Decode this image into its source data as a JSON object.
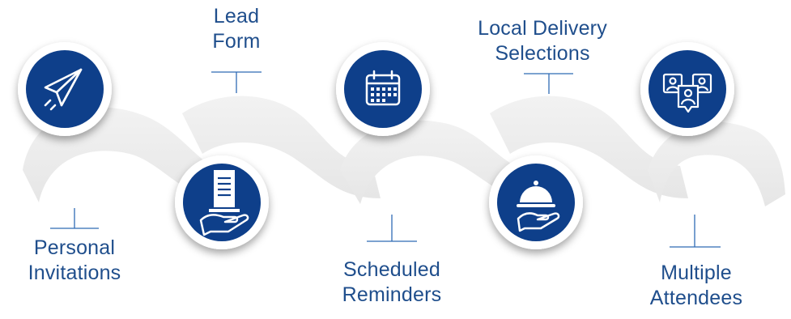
{
  "colors": {
    "primary": "#0e3f8a",
    "label": "#1f4e8c",
    "connector": "#2f6bb5",
    "ribbon": "#eaeaea"
  },
  "steps": [
    {
      "lines": [
        "Personal",
        "Invitations"
      ],
      "icon": "paper-plane-icon"
    },
    {
      "lines": [
        "Lead",
        "Form"
      ],
      "icon": "form-on-hand-icon"
    },
    {
      "lines": [
        "Scheduled",
        "Reminders"
      ],
      "icon": "calendar-icon"
    },
    {
      "lines": [
        "Local Delivery",
        "Selections"
      ],
      "icon": "serving-cloche-hand-icon"
    },
    {
      "lines": [
        "Multiple",
        "Attendees"
      ],
      "icon": "attendees-icon"
    }
  ]
}
